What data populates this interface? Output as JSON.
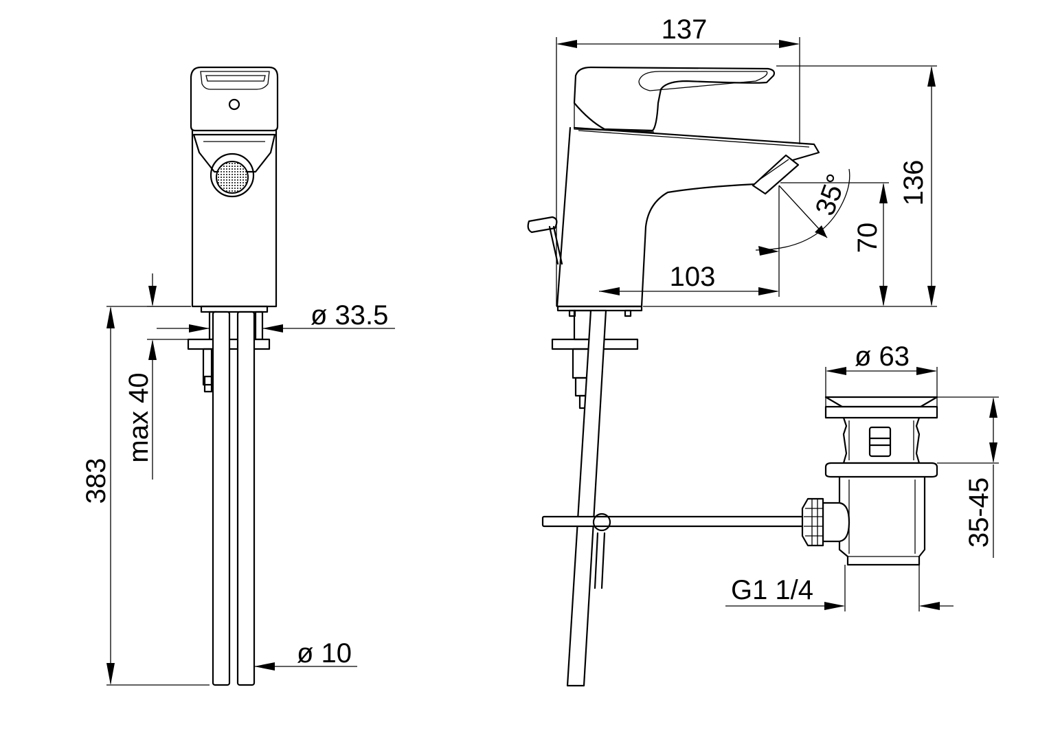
{
  "colors": {
    "line": "#000000",
    "background": "#ffffff"
  },
  "dimensions": {
    "front_view": {
      "height": "383",
      "deck_thickness": "max 40",
      "body_diameter": "ø 33.5",
      "tube_diameter": "ø 10"
    },
    "side_view": {
      "length": "137",
      "height": "136",
      "spout_height": "70",
      "spout_reach": "103",
      "spout_angle": "35°"
    },
    "waste_valve": {
      "diameter": "ø 63",
      "thickness_range": "35-45",
      "thread": "G1 1/4"
    }
  }
}
